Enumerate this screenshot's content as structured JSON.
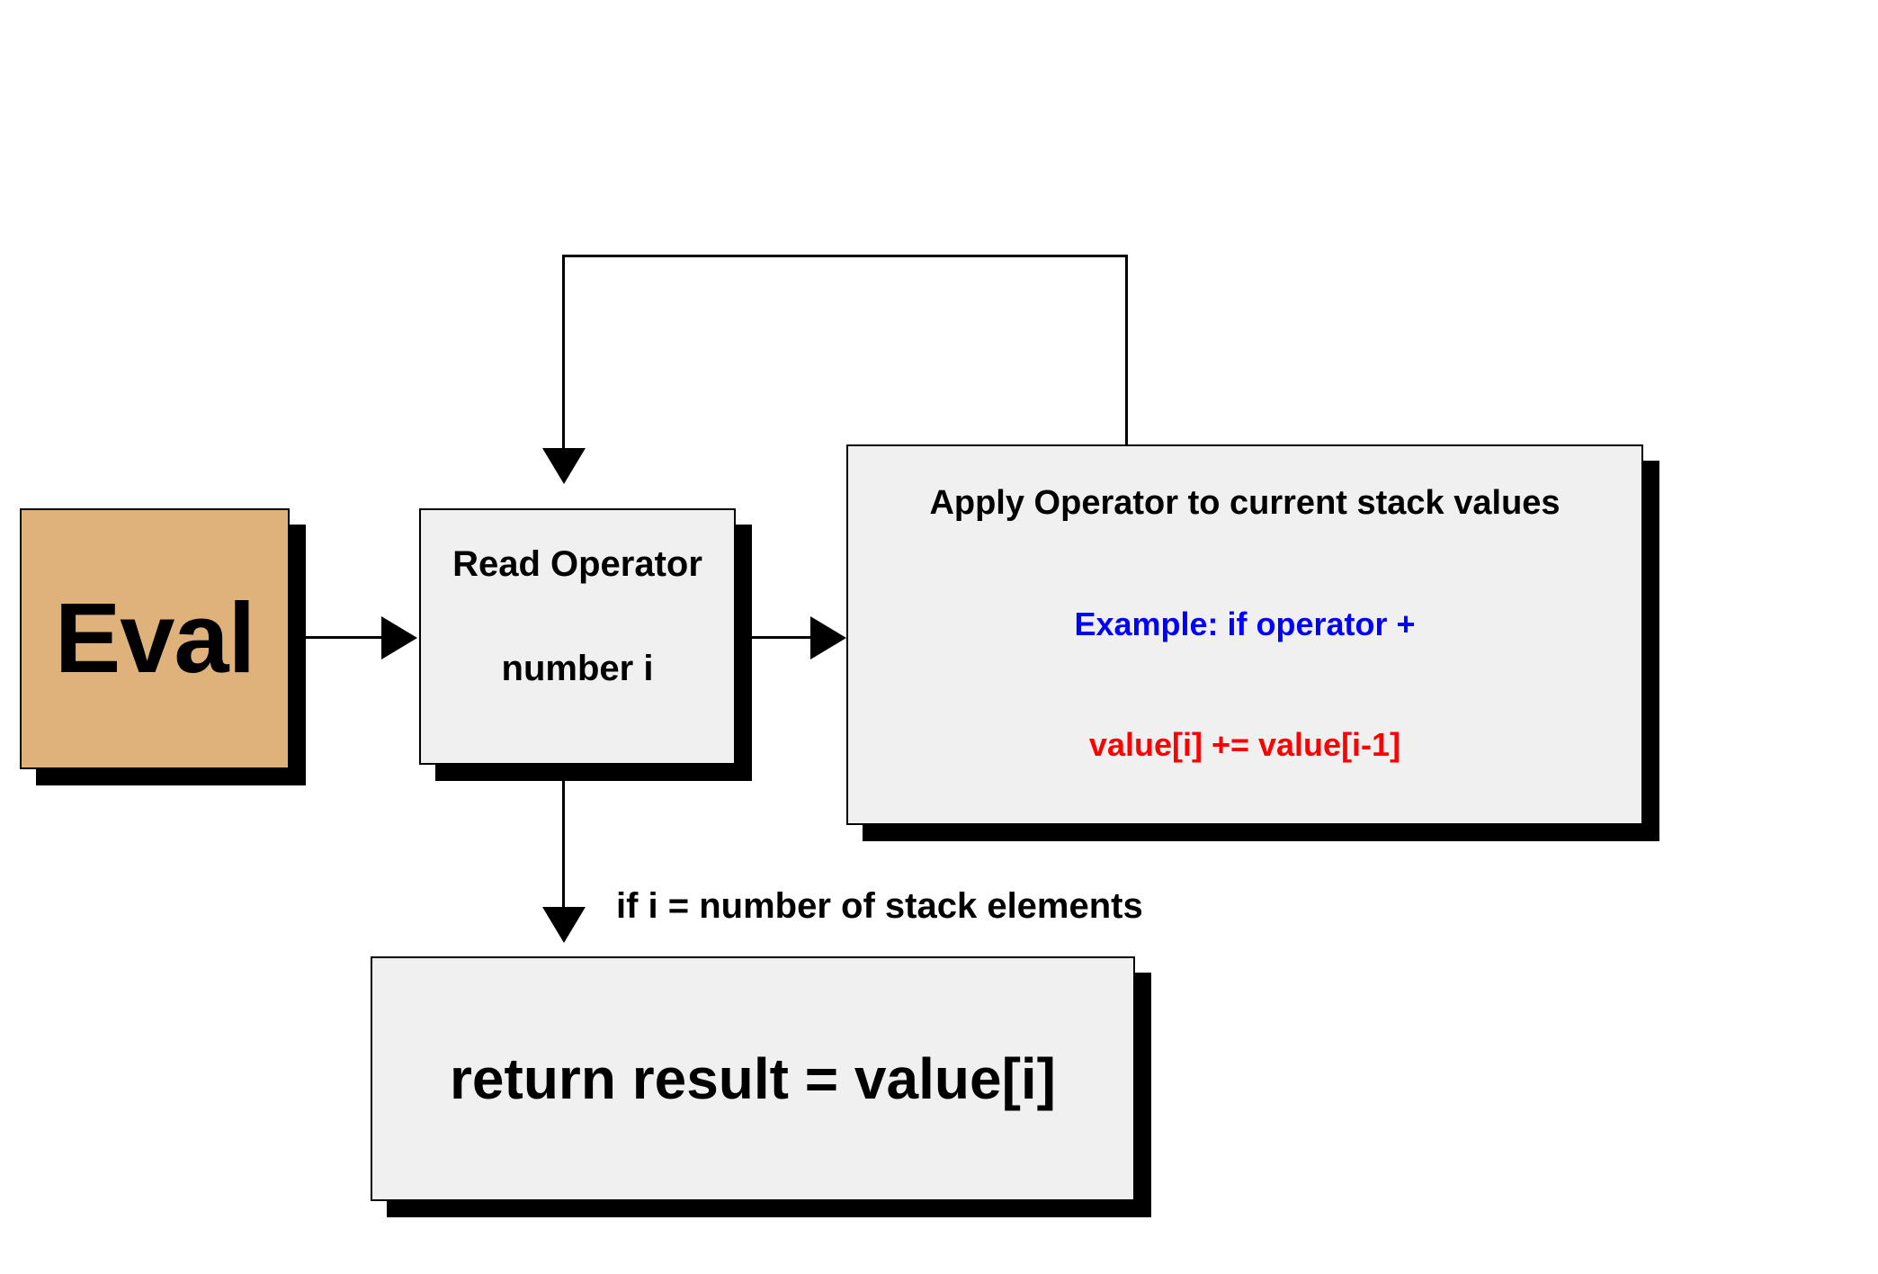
{
  "diagram": {
    "title": "Eval algorithm flowchart",
    "colors": {
      "start_fill": "#dfb27c",
      "process_fill": "#f0f0f0",
      "stroke": "#000000",
      "shadow": "#000000",
      "example_text": "#0000ff",
      "formula_text": "#ff0000"
    },
    "nodes": {
      "eval": {
        "label": "Eval"
      },
      "read_operator": {
        "line1": "Read Operator",
        "line2": "number i"
      },
      "apply_operator": {
        "title": "Apply Operator to current stack values",
        "example": "Example: if operator +",
        "formula": "value[i] += value[i-1]"
      },
      "return_result": {
        "label": "return result = value[i]"
      }
    },
    "edges": {
      "eval_to_read": {
        "label": ""
      },
      "read_to_apply": {
        "label": ""
      },
      "apply_loop_back_to_read": {
        "label": ""
      },
      "read_to_return": {
        "label": "if i = number of stack elements"
      }
    }
  }
}
